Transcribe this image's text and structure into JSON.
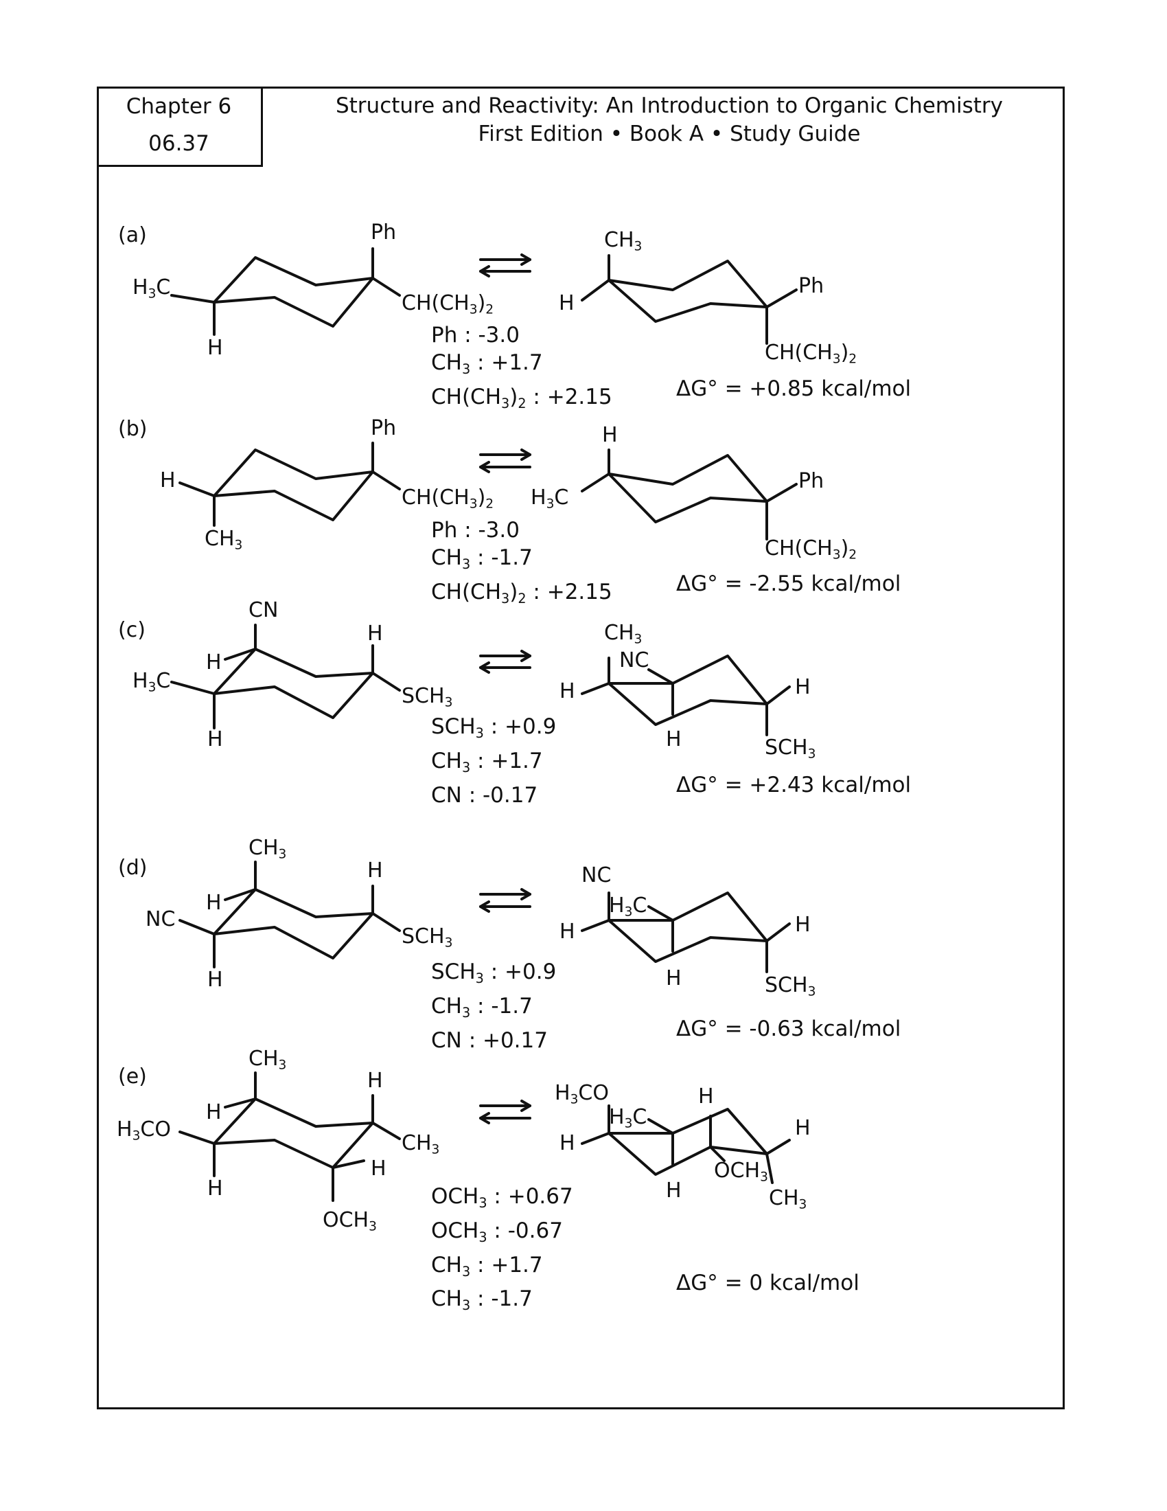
{
  "chapter_box": {
    "chapter": "Chapter 6",
    "problem": "06.37"
  },
  "header": {
    "line1": "Structure and Reactivity: An Introduction to Organic Chemistry",
    "line2": "First Edition • Book A • Study Guide"
  },
  "parts": [
    {
      "label": "(a)",
      "values": [
        "Ph : -3.0",
        "CH3 : +1.7",
        "CH(CH3)2 : +2.15"
      ],
      "delta_g": "ΔG° = +0.85 kcal/mol"
    },
    {
      "label": "(b)",
      "values": [
        "Ph : -3.0",
        "CH3 : -1.7",
        "CH(CH3)2 : +2.15"
      ],
      "delta_g": "ΔG° = -2.55 kcal/mol"
    },
    {
      "label": "(c)",
      "values": [
        "SCH3 : +0.9",
        "CH3 : +1.7",
        "CN : -0.17"
      ],
      "delta_g": "ΔG° = +2.43 kcal/mol"
    },
    {
      "label": "(d)",
      "values": [
        "SCH3 : +0.9",
        "CH3 : -1.7",
        "CN : +0.17"
      ],
      "delta_g": "ΔG° = -0.63 kcal/mol"
    },
    {
      "label": "(e)",
      "values": [
        "OCH3 : +0.67",
        "OCH3 : -0.67",
        "CH3 : +1.7",
        "CH3 : -1.7"
      ],
      "delta_g": "ΔG° = 0 kcal/mol"
    }
  ],
  "substituent_labels": {
    "ph": "Ph",
    "h": "H",
    "h3c": "H3C",
    "ch3": "CH3",
    "isopropyl": "CH(CH3)2",
    "cn": "CN",
    "nc": "NC",
    "sch3": "SCH3",
    "och3": "OCH3",
    "h3co": "H3CO"
  }
}
